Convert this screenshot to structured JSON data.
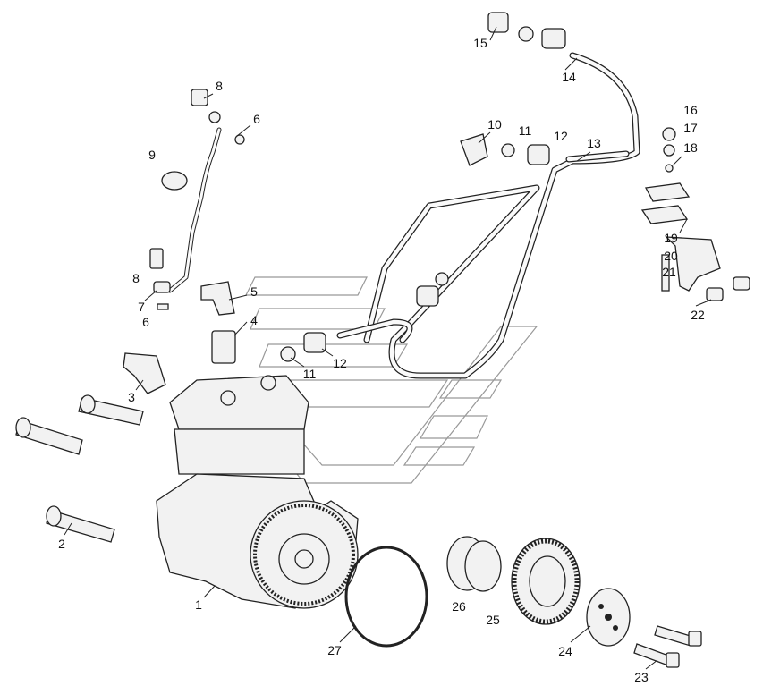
{
  "diagram": {
    "title": "Air compressor assembly exploded view",
    "callouts": [
      {
        "id": "c15",
        "text": "15"
      },
      {
        "id": "c14",
        "text": "14"
      },
      {
        "id": "c8a",
        "text": "8"
      },
      {
        "id": "c6a",
        "text": "6"
      },
      {
        "id": "c10",
        "text": "10"
      },
      {
        "id": "c11a",
        "text": "11"
      },
      {
        "id": "c12a",
        "text": "12"
      },
      {
        "id": "c13",
        "text": "13"
      },
      {
        "id": "c16",
        "text": "16"
      },
      {
        "id": "c17",
        "text": "17"
      },
      {
        "id": "c18",
        "text": "18"
      },
      {
        "id": "c9",
        "text": "9"
      },
      {
        "id": "c19",
        "text": "19"
      },
      {
        "id": "c20",
        "text": "20"
      },
      {
        "id": "c21",
        "text": "21"
      },
      {
        "id": "c8b",
        "text": "8"
      },
      {
        "id": "c5",
        "text": "5"
      },
      {
        "id": "c7",
        "text": "7"
      },
      {
        "id": "c6b",
        "text": "6"
      },
      {
        "id": "c4",
        "text": "4"
      },
      {
        "id": "c22",
        "text": "22"
      },
      {
        "id": "c11b",
        "text": "11"
      },
      {
        "id": "c12b",
        "text": "12"
      },
      {
        "id": "c3",
        "text": "3"
      },
      {
        "id": "c2",
        "text": "2"
      },
      {
        "id": "c1",
        "text": "1"
      },
      {
        "id": "c26",
        "text": "26"
      },
      {
        "id": "c25",
        "text": "25"
      },
      {
        "id": "c27",
        "text": "27"
      },
      {
        "id": "c24",
        "text": "24"
      },
      {
        "id": "c23",
        "text": "23"
      }
    ]
  }
}
